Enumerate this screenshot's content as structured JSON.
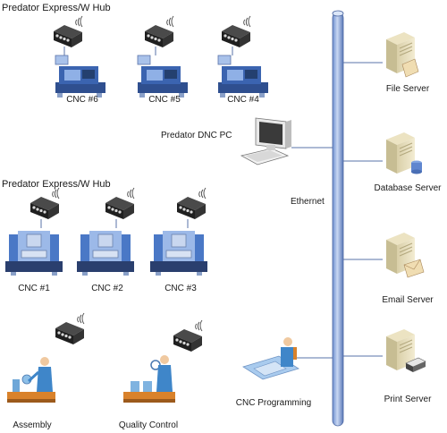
{
  "hub_top": {
    "label": "Predator Express/W Hub"
  },
  "hub_mid": {
    "label": "Predator Express/W Hub"
  },
  "cnc_top": [
    {
      "label": "CNC #6"
    },
    {
      "label": "CNC #5"
    },
    {
      "label": "CNC #4"
    }
  ],
  "cnc_mid": [
    {
      "label": "CNC #1"
    },
    {
      "label": "CNC #2"
    },
    {
      "label": "CNC #3"
    }
  ],
  "dnc_pc": {
    "label": "Predator DNC PC"
  },
  "network": {
    "label": "Ethernet"
  },
  "servers": [
    {
      "label": "File Server"
    },
    {
      "label": "Database Server"
    },
    {
      "label": "Email Server"
    },
    {
      "label": "Print Server"
    }
  ],
  "stations": [
    {
      "label": "Assembly"
    },
    {
      "label": "Quality Control"
    },
    {
      "label": "CNC Programming"
    }
  ],
  "colors": {
    "ethernet": "#5b7fbf",
    "hub": "#2a2a2a",
    "machine": "#2f5597",
    "line": "#5a73a8"
  }
}
